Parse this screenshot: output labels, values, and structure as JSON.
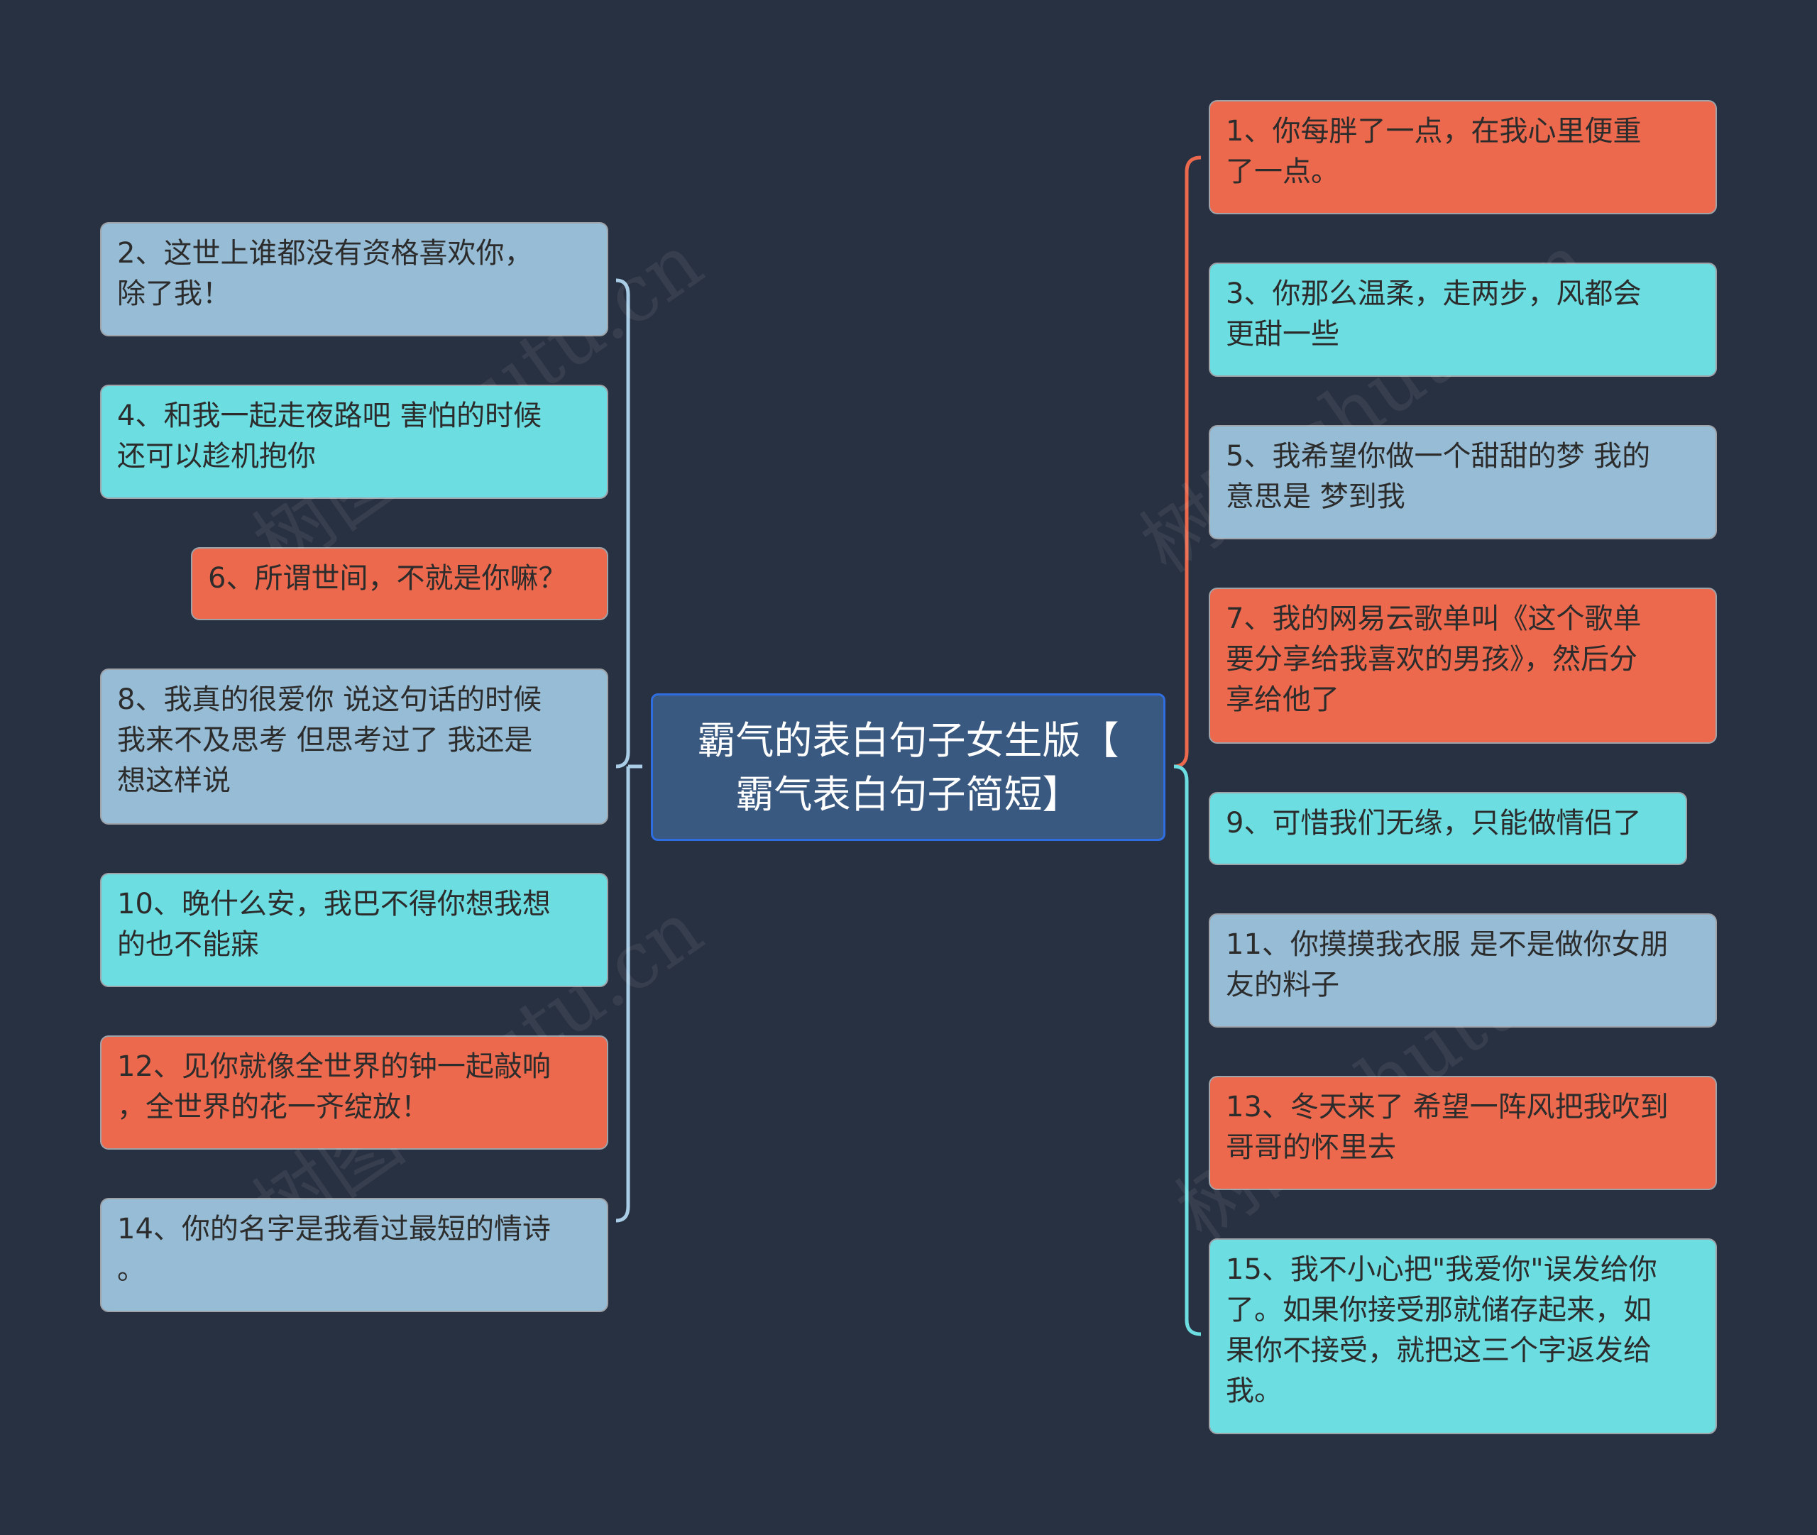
{
  "central": {
    "label": "霸气的表白句子女生版【\n霸气表白句子简短】"
  },
  "colors": {
    "background": "#283141",
    "central_fill": "#3a5980",
    "central_border": "#2f6ee0",
    "blue": "#96bcd6",
    "cyan": "#6cdee2",
    "orange": "#ec694d",
    "left_connector": "#a9cde6",
    "right_upper_connector": "#ec694d",
    "right_lower_connector": "#6cdee2"
  },
  "left_nodes": [
    {
      "text": "2、这世上谁都没有资格喜欢你，\n除了我！",
      "color": "blue"
    },
    {
      "text": "4、和我一起走夜路吧 害怕的时候\n还可以趁机抱你",
      "color": "cyan"
    },
    {
      "text": "6、所谓世间，不就是你嘛？",
      "color": "orange"
    },
    {
      "text": "8、我真的很爱你 说这句话的时候\n我来不及思考 但思考过了 我还是\n想这样说",
      "color": "blue"
    },
    {
      "text": "10、晚什么安，我巴不得你想我想\n的也不能寐",
      "color": "cyan"
    },
    {
      "text": "12、见你就像全世界的钟一起敲响\n，全世界的花一齐绽放！",
      "color": "orange"
    },
    {
      "text": "14、你的名字是我看过最短的情诗\n。",
      "color": "blue"
    }
  ],
  "right_nodes": [
    {
      "text": "1、你每胖了一点，在我心里便重\n了一点。",
      "color": "orange"
    },
    {
      "text": "3、你那么温柔，走两步，风都会\n更甜一些",
      "color": "cyan"
    },
    {
      "text": "5、我希望你做一个甜甜的梦 我的\n意思是 梦到我",
      "color": "blue"
    },
    {
      "text": "7、我的网易云歌单叫《这个歌单\n要分享给我喜欢的男孩》，然后分\n享给他了",
      "color": "orange"
    },
    {
      "text": "9、可惜我们无缘，只能做情侣了",
      "color": "cyan"
    },
    {
      "text": "11、你摸摸我衣服 是不是做你女朋\n友的料子",
      "color": "blue"
    },
    {
      "text": "13、冬天来了 希望一阵风把我吹到\n哥哥的怀里去",
      "color": "orange"
    },
    {
      "text": "15、我不小心把\"我爱你\"误发给你\n了。如果你接受那就储存起来，如\n果你不接受，就把这三个字返发给\n我。",
      "color": "cyan"
    }
  ],
  "watermarks": [
    "树图 shutu.cn",
    "树图 shutu.cn",
    "树图 shutu.cn",
    "树图 shutu.cn",
    "树图 shutu.cn"
  ]
}
